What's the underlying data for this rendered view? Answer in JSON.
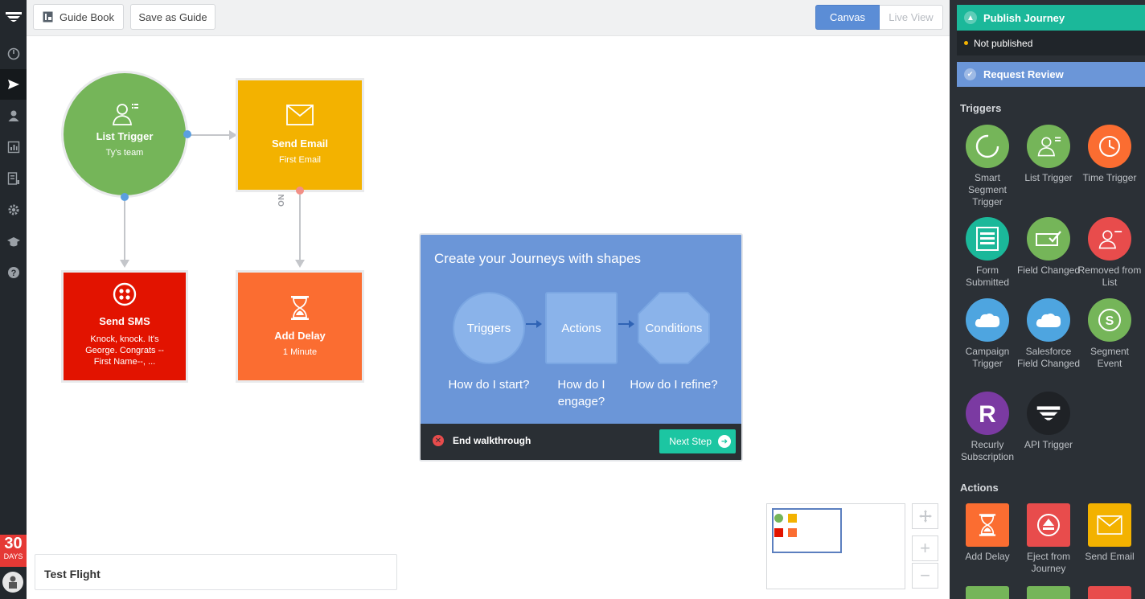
{
  "topbar": {
    "guide_book": "Guide Book",
    "save_as_guide": "Save as Guide",
    "view_canvas": "Canvas",
    "view_live": "Live View"
  },
  "nodes": {
    "list_trigger": {
      "title": "List Trigger",
      "subtitle": "Ty's team"
    },
    "send_email": {
      "title": "Send Email",
      "subtitle": "First Email"
    },
    "send_sms": {
      "title": "Send SMS",
      "subtitle": "Knock, knock. It's George. Congrats --First Name--, ..."
    },
    "add_delay": {
      "title": "Add Delay",
      "subtitle": "1 Minute"
    },
    "connector_label": "ON SEND"
  },
  "walkthrough": {
    "title": "Create your Journeys with shapes",
    "shapes": [
      "Triggers",
      "Actions",
      "Conditions"
    ],
    "questions": [
      "How do I start?",
      "How do I engage?",
      "How do I refine?"
    ],
    "end_label": "End walkthrough",
    "next_label": "Next Step"
  },
  "test_flight": "Test Flight",
  "trial": {
    "number": "30",
    "unit": "DAYS"
  },
  "panel": {
    "publish": "Publish Journey",
    "status": "Not published",
    "request_review": "Request Review",
    "triggers_heading": "Triggers",
    "actions_heading": "Actions",
    "triggers": [
      {
        "label": "Smart Segment Trigger",
        "icon": "smart-segment-icon",
        "color": "#75b559"
      },
      {
        "label": "List Trigger",
        "icon": "list-user-icon",
        "color": "#75b559"
      },
      {
        "label": "Time Trigger",
        "icon": "clock-icon",
        "color": "#fb6d31"
      },
      {
        "label": "Form Submitted",
        "icon": "form-icon",
        "color": "#1bb89a"
      },
      {
        "label": "Field Changed",
        "icon": "field-check-icon",
        "color": "#75b559"
      },
      {
        "label": "Removed from List",
        "icon": "user-remove-icon",
        "color": "#e84c4c"
      },
      {
        "label": "Campaign Trigger",
        "icon": "salesforce-cloud-icon",
        "color": "#4ea5e0"
      },
      {
        "label": "Salesforce Field Changed",
        "icon": "salesforce-cloud-icon",
        "color": "#4ea5e0"
      },
      {
        "label": "Segment Event",
        "icon": "segment-icon",
        "color": "#75b559"
      },
      {
        "label": "Recurly Subscription",
        "icon": "recurly-icon",
        "color": "#7b3aa2"
      },
      {
        "label": "API Trigger",
        "icon": "api-icon",
        "color": "#1f2226"
      }
    ],
    "actions": [
      {
        "label": "Add Delay",
        "icon": "hourglass-icon",
        "color": "#fb6d31"
      },
      {
        "label": "Eject from Journey",
        "icon": "eject-icon",
        "color": "#e84c4c"
      },
      {
        "label": "Send Email",
        "icon": "envelope-icon",
        "color": "#f3b200"
      }
    ]
  }
}
